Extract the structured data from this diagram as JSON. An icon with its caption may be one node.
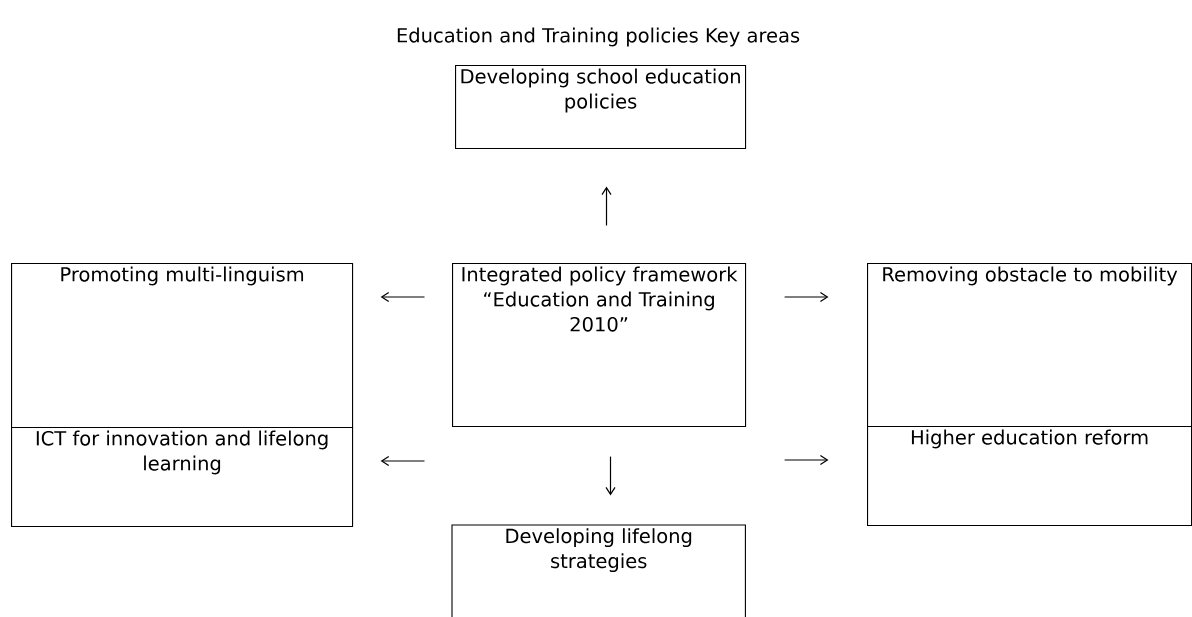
{
  "diagram": {
    "title": "Education and Training policies Key areas",
    "nodes": [
      {
        "text": [
          "Developing school education policies"
        ]
      },
      {
        "text": [
          "Promoting multi-linguism"
        ]
      },
      {
        "text": [
          "Integrated policy framework “Education and Training 2010”"
        ]
      },
      {
        "text": [
          "Removing obstacle to mobility"
        ]
      },
      {
        "text": [
          "ICT for innovation and lifelong learning"
        ]
      },
      {
        "text": [
          "Higher education reform"
        ]
      },
      {
        "text": [
          "Developing lifelong strategies"
        ]
      }
    ],
    "edges": [
      {
        "from": 2,
        "to": 0,
        "arrow": "to"
      },
      {
        "from": 2,
        "to": 1,
        "arrow": "to"
      },
      {
        "from": 2,
        "to": 3,
        "arrow": "to"
      },
      {
        "from": 2,
        "to": 4,
        "arrow": "to"
      },
      {
        "from": 2,
        "to": 6,
        "arrow": "to"
      },
      {
        "from": 2,
        "to": 5,
        "arrow": "to"
      }
    ]
  }
}
